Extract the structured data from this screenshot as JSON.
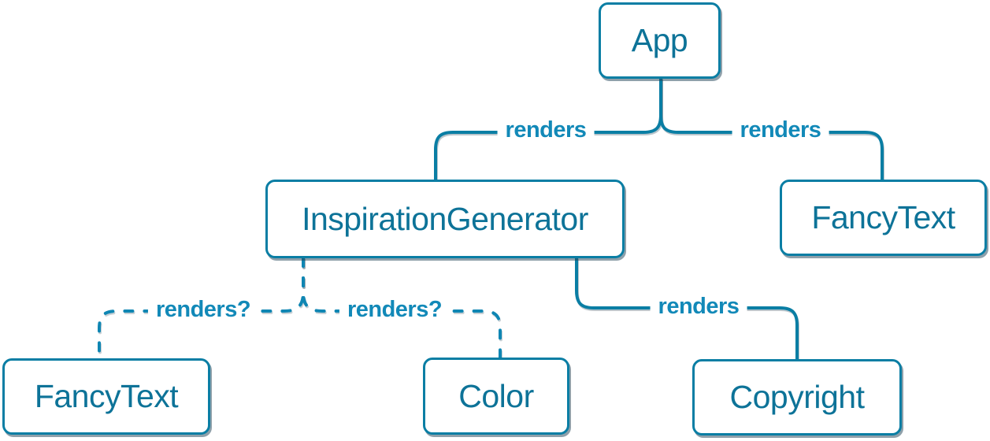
{
  "diagram": {
    "type": "component-render-tree",
    "colors": {
      "node_border": "#0a7ea4",
      "node_text": "#0d7398",
      "edge_solid": "#0a7ea4",
      "edge_dashed": "#0f86b3",
      "edge_label_text": "#1289b8",
      "node_background": "#ffffff"
    },
    "nodes": [
      {
        "id": "app",
        "label": "App"
      },
      {
        "id": "inspiration-generator",
        "label": "InspirationGenerator"
      },
      {
        "id": "fancy-text-top",
        "label": "FancyText"
      },
      {
        "id": "fancy-text-bottom",
        "label": "FancyText"
      },
      {
        "id": "color",
        "label": "Color"
      },
      {
        "id": "copyright",
        "label": "Copyright"
      }
    ],
    "edges": [
      {
        "from": "app",
        "to": "inspiration-generator",
        "label": "renders",
        "style": "solid"
      },
      {
        "from": "app",
        "to": "fancy-text-top",
        "label": "renders",
        "style": "solid"
      },
      {
        "from": "inspiration-generator",
        "to": "copyright",
        "label": "renders",
        "style": "solid"
      },
      {
        "from": "inspiration-generator",
        "to": "fancy-text-bottom",
        "label": "renders?",
        "style": "dashed"
      },
      {
        "from": "inspiration-generator",
        "to": "color",
        "label": "renders?",
        "style": "dashed"
      }
    ]
  }
}
